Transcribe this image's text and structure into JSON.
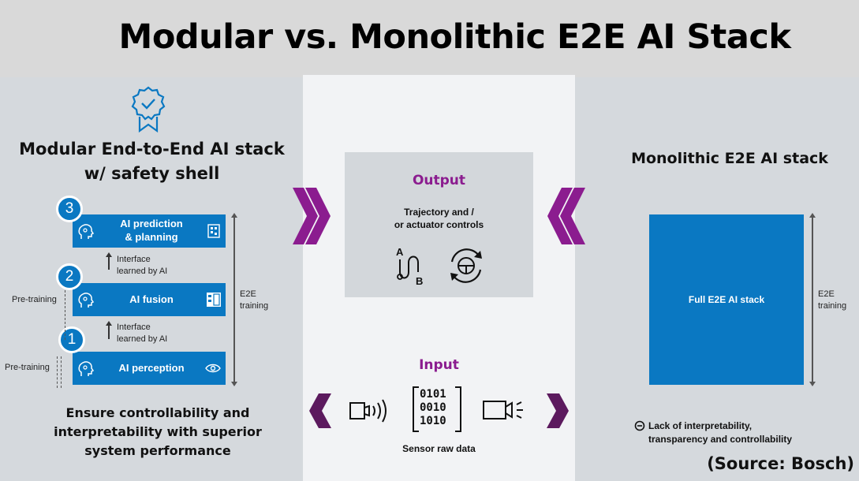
{
  "title": "Modular vs. Monolithic E2E AI Stack",
  "left": {
    "heading_line1": "Modular End-to-End AI stack",
    "heading_line2": "w/ safety shell",
    "modules": [
      {
        "number": "3",
        "label_line1": "AI prediction",
        "label_line2": "& planning"
      },
      {
        "number": "2",
        "label_line1": "AI fusion",
        "label_line2": ""
      },
      {
        "number": "1",
        "label_line1": "AI perception",
        "label_line2": ""
      }
    ],
    "interface_label_line1": "Interface",
    "interface_label_line2": "learned by AI",
    "pretraining_label": "Pre-training",
    "e2e_label_line1": "E2E",
    "e2e_label_line2": "training",
    "caption_line1": "Ensure controllability and",
    "caption_line2": "interpretability with superior",
    "caption_line3": "system performance"
  },
  "center": {
    "output_title": "Output",
    "output_desc_line1": "Trajectory and /",
    "output_desc_line2": "or actuator controls",
    "path_a": "A",
    "path_b": "B",
    "input_title": "Input",
    "binary_rows": [
      "0101",
      "0010",
      "1010"
    ],
    "sensor_label": "Sensor raw data"
  },
  "right": {
    "heading": "Monolithic E2E AI stack",
    "box_label": "Full E2E AI stack",
    "e2e_label_line1": "E2E",
    "e2e_label_line2": "training",
    "note_line1": "Lack of interpretability,",
    "note_line2": "transparency and controllability"
  },
  "source": "(Source: Bosch)",
  "colors": {
    "module_blue": "#0a78c2",
    "accent_purple": "#8b1c8f",
    "panel_gray": "#d5d9dd",
    "center_bg": "#f2f3f5"
  }
}
